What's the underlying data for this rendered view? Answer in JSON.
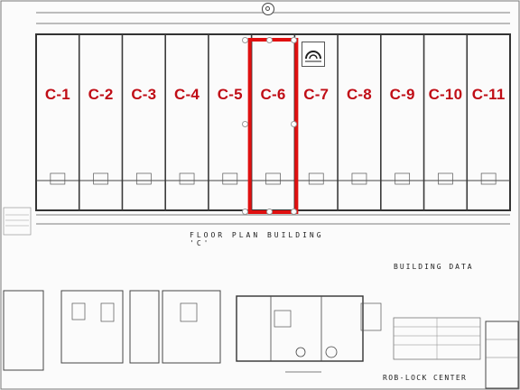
{
  "units": [
    {
      "label": "C-1"
    },
    {
      "label": "C-2"
    },
    {
      "label": "C-3"
    },
    {
      "label": "C-4"
    },
    {
      "label": "C-5"
    },
    {
      "label": "C-6"
    },
    {
      "label": "C-7"
    },
    {
      "label": "C-8"
    },
    {
      "label": "C-9"
    },
    {
      "label": "C-10"
    },
    {
      "label": "C-11"
    }
  ],
  "selected_unit": "C-6",
  "plan_title": "FLOOR PLAN BUILDING 'C'",
  "data_title": "BUILDING DATA",
  "center_name": "ROB-LOCK CENTER",
  "colors": {
    "unit_label": "#c00d16",
    "selection": "#e01010",
    "linework": "#3a3a3a"
  },
  "icons": {
    "rotate": "rotate-handle-icon",
    "logo": "logo-badge-icon"
  }
}
